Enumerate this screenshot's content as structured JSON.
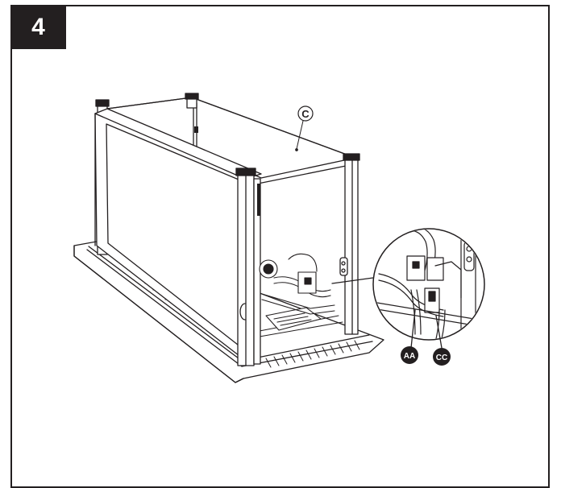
{
  "step": {
    "number": "4"
  },
  "callouts": {
    "panel": "C",
    "part_aa": "AA",
    "part_cc": "CC"
  },
  "colors": {
    "ink": "#231f20",
    "background": "#ffffff"
  }
}
